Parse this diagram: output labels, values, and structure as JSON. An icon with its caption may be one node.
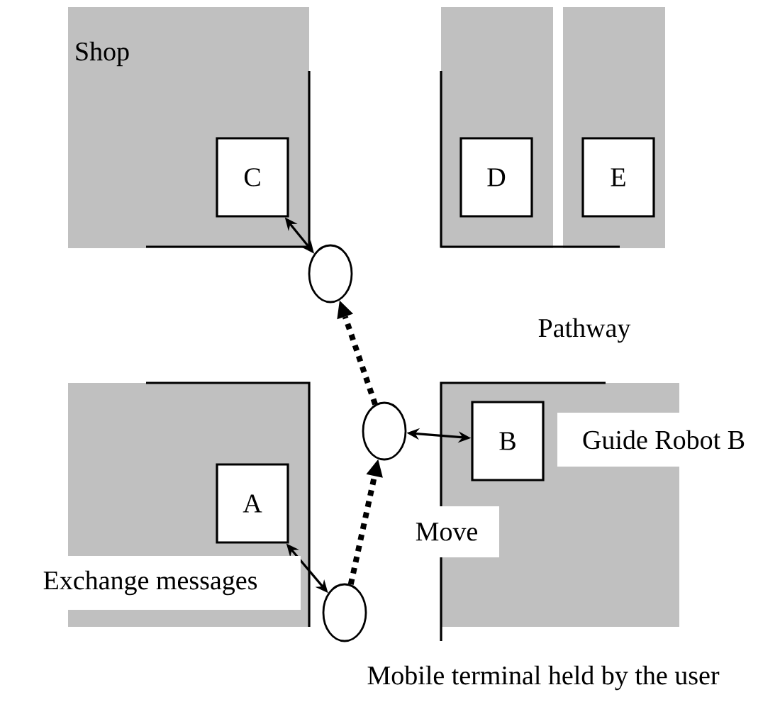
{
  "diagram": {
    "nodes": [
      {
        "text": [
          "C"
        ]
      },
      {
        "text": [
          "D"
        ]
      },
      {
        "text": [
          "E"
        ]
      },
      {
        "text": [],
        "shape": "circle"
      },
      {
        "text": [],
        "shape": "circle"
      },
      {
        "text": [
          "B"
        ],
        "beside": [
          "Guide Robot B"
        ]
      },
      {
        "text": [
          "A"
        ]
      },
      {
        "text": [],
        "shape": "circle",
        "beside": [
          "Mobile terminal held by the user"
        ]
      }
    ],
    "edges": [
      {
        "from": 0,
        "to": 3,
        "arrow": "both"
      },
      {
        "from": 4,
        "to": 5,
        "arrow": "both"
      },
      {
        "from": 6,
        "to": 7,
        "arrow": "both",
        "label": "Exchange messages"
      },
      {
        "from": 7,
        "to": 4,
        "arrow": "to",
        "style": "dashed",
        "label": "Move"
      },
      {
        "from": 4,
        "to": 3,
        "arrow": "to",
        "style": "dashed"
      }
    ],
    "labels": [
      "Shop",
      "Pathway"
    ]
  }
}
